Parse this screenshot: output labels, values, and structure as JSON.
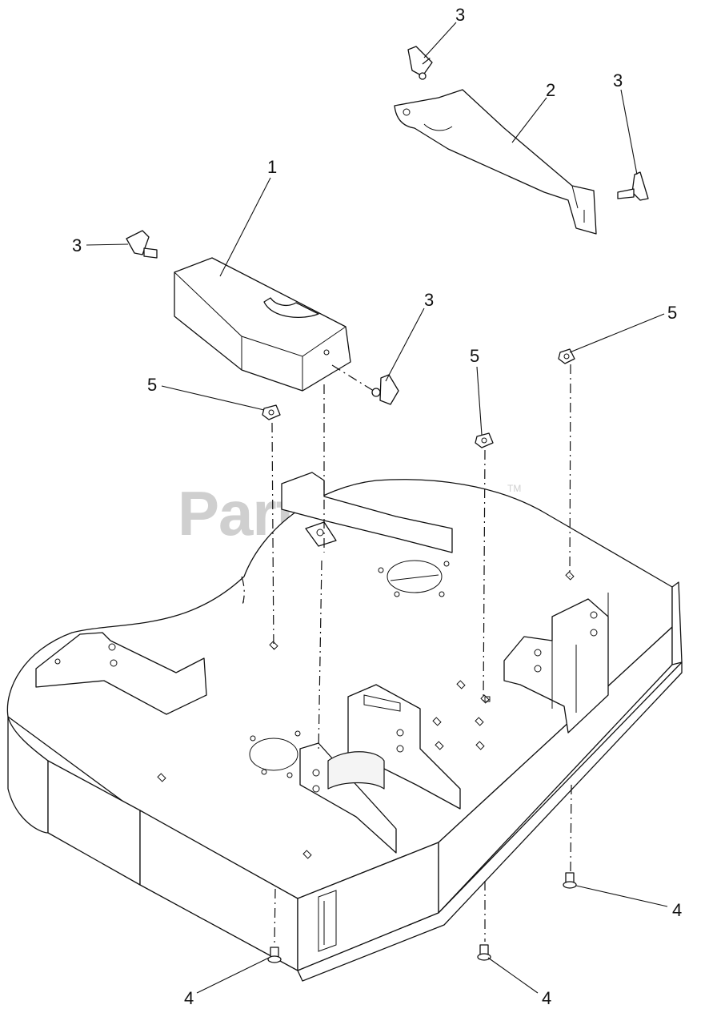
{
  "watermark": {
    "text": "PartsTree",
    "trademark": "TM"
  },
  "callouts": [
    {
      "id": "c1",
      "label": "1"
    },
    {
      "id": "c2",
      "label": "2"
    },
    {
      "id": "c3a",
      "label": "3"
    },
    {
      "id": "c3b",
      "label": "3"
    },
    {
      "id": "c3c",
      "label": "3"
    },
    {
      "id": "c3d",
      "label": "3"
    },
    {
      "id": "c4a",
      "label": "4"
    },
    {
      "id": "c4b",
      "label": "4"
    },
    {
      "id": "c4c",
      "label": "4"
    },
    {
      "id": "c5a",
      "label": "5"
    },
    {
      "id": "c5b",
      "label": "5"
    },
    {
      "id": "c5c",
      "label": "5"
    }
  ]
}
